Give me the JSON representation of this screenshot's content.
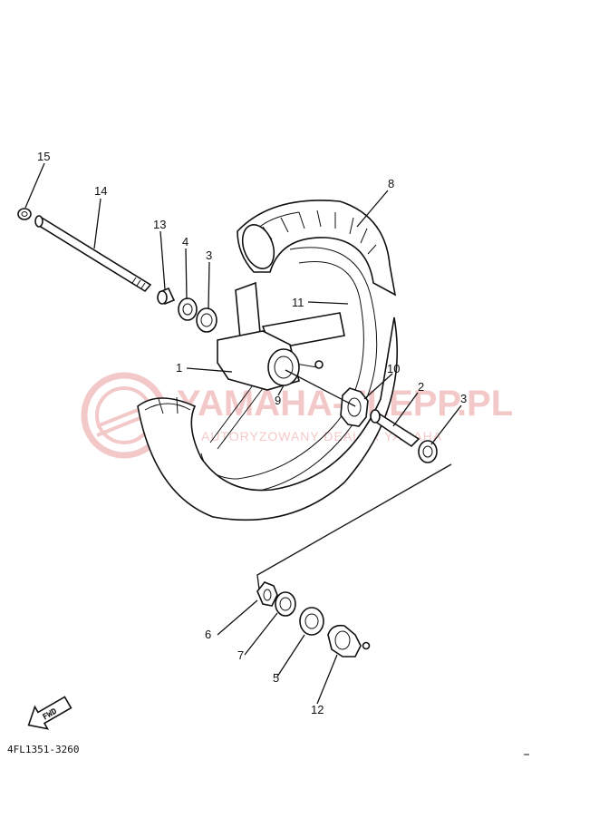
{
  "figure_code": "4FL1351-3260",
  "fwd_label": "FWD",
  "watermark": {
    "main": "YAMAHA-ZLEPP.PL",
    "sub": "AUTORYZOWANY DEALER YAMAHA",
    "color": "#e87a7a"
  },
  "callouts": [
    {
      "id": "15",
      "label": "15"
    },
    {
      "id": "14",
      "label": "14"
    },
    {
      "id": "13",
      "label": "13"
    },
    {
      "id": "4a",
      "label": "4"
    },
    {
      "id": "3a",
      "label": "3"
    },
    {
      "id": "8",
      "label": "8"
    },
    {
      "id": "11",
      "label": "11"
    },
    {
      "id": "1",
      "label": "1"
    },
    {
      "id": "9",
      "label": "9"
    },
    {
      "id": "10",
      "label": "10"
    },
    {
      "id": "2",
      "label": "2"
    },
    {
      "id": "3b",
      "label": "3"
    },
    {
      "id": "6",
      "label": "6"
    },
    {
      "id": "7",
      "label": "7"
    },
    {
      "id": "5",
      "label": "5"
    },
    {
      "id": "12",
      "label": "12"
    }
  ]
}
